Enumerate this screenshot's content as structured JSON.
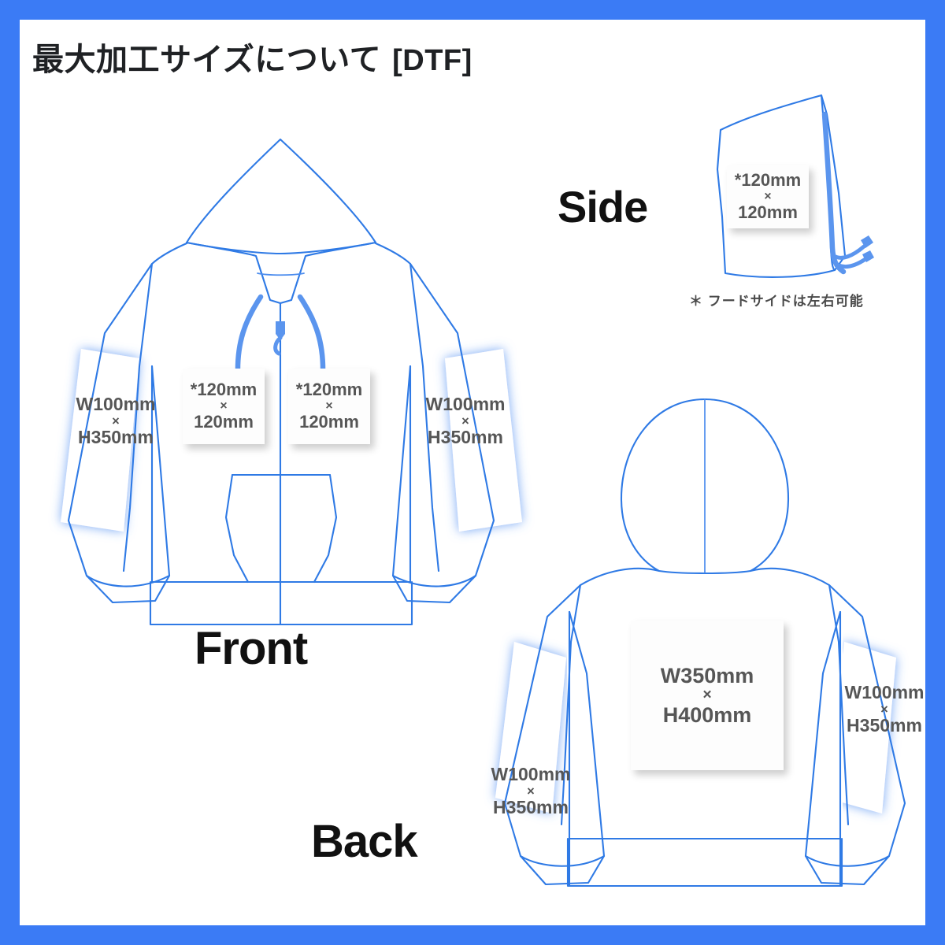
{
  "header": {
    "title_main": "最大加工サイズについて",
    "title_bracket": "[DTF]"
  },
  "views": {
    "front_caption": "Front",
    "back_caption": "Back",
    "side_caption": "Side"
  },
  "notes": {
    "side_note": "＊ フードサイドは左右可能"
  },
  "measurements": {
    "front_chest_left": {
      "line1": "*120mm",
      "line2": "×",
      "line3": "120mm"
    },
    "front_chest_right": {
      "line1": "*120mm",
      "line2": "×",
      "line3": "120mm"
    },
    "front_sleeve_left": {
      "line1": "W100mm",
      "line2": "×",
      "line3": "H350mm"
    },
    "front_sleeve_right": {
      "line1": "W100mm",
      "line2": "×",
      "line3": "H350mm"
    },
    "side_hood": {
      "line1": "*120mm",
      "line2": "×",
      "line3": "120mm"
    },
    "back_center": {
      "line1": "W350mm",
      "line2": "×",
      "line3": "H400mm"
    },
    "back_sleeve_left": {
      "line1": "W100mm",
      "line2": "×",
      "line3": "H350mm"
    },
    "back_sleeve_right": {
      "line1": "W100mm",
      "line2": "×",
      "line3": "H350mm"
    }
  },
  "colors": {
    "frame_blue": "#3b7bf5",
    "line_blue": "#2f7ae5",
    "cord_blue": "#5b95ee",
    "text_dark": "#1f2124",
    "text_gray": "#565656",
    "background": "#ffffff"
  }
}
